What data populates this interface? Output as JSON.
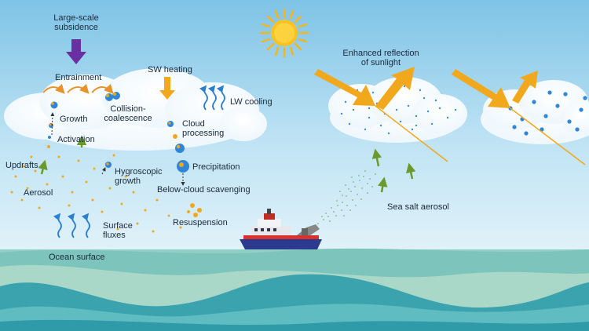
{
  "labels": {
    "large_scale_subsidence": "Large-scale\nsubsidence",
    "entrainment": "Entrainment",
    "sw_heating": "SW heating",
    "lw_cooling": "LW cooling",
    "growth": "Growth",
    "collision_coalescence": "Collision-\ncoalescence",
    "cloud_processing": "Cloud\nprocessing",
    "activation": "Activation",
    "updrafts": "Updrafts",
    "hygroscopic_growth": "Hygroscopic\ngrowth",
    "precipitation": "Precipitation",
    "aerosol": "Aerosol",
    "below_cloud_scavenging": "Below-cloud scavenging",
    "resuspension": "Resuspension",
    "surface_fluxes": "Surface\nfluxes",
    "ocean_surface": "Ocean surface",
    "enhanced_reflection": "Enhanced reflection\nof sunlight",
    "sea_salt_aerosol": "Sea salt aerosol"
  },
  "colors": {
    "sky_top": "#7ec3e6",
    "sky_bottom": "#dff1f9",
    "sun": "#f7b51c",
    "sunlight_arrow": "#f2a81d",
    "subsidence_arrow": "#6a2fa0",
    "updraft_arrow": "#6a9a2a",
    "flux_arrow": "#2a7fd1",
    "droplet": "#2f86d9",
    "aerosol_dot": "#f2a81d",
    "sea_spray": "#6fa86a",
    "ocean_dark": "#2f9aa8",
    "ocean_light": "#a9d7c8",
    "ship_hull": "#2b3a8f",
    "ship_stripe": "#d8322c"
  },
  "icons": [
    "sun-icon",
    "ship-icon",
    "cloud-icon",
    "arrow-icon",
    "droplet-icon"
  ]
}
